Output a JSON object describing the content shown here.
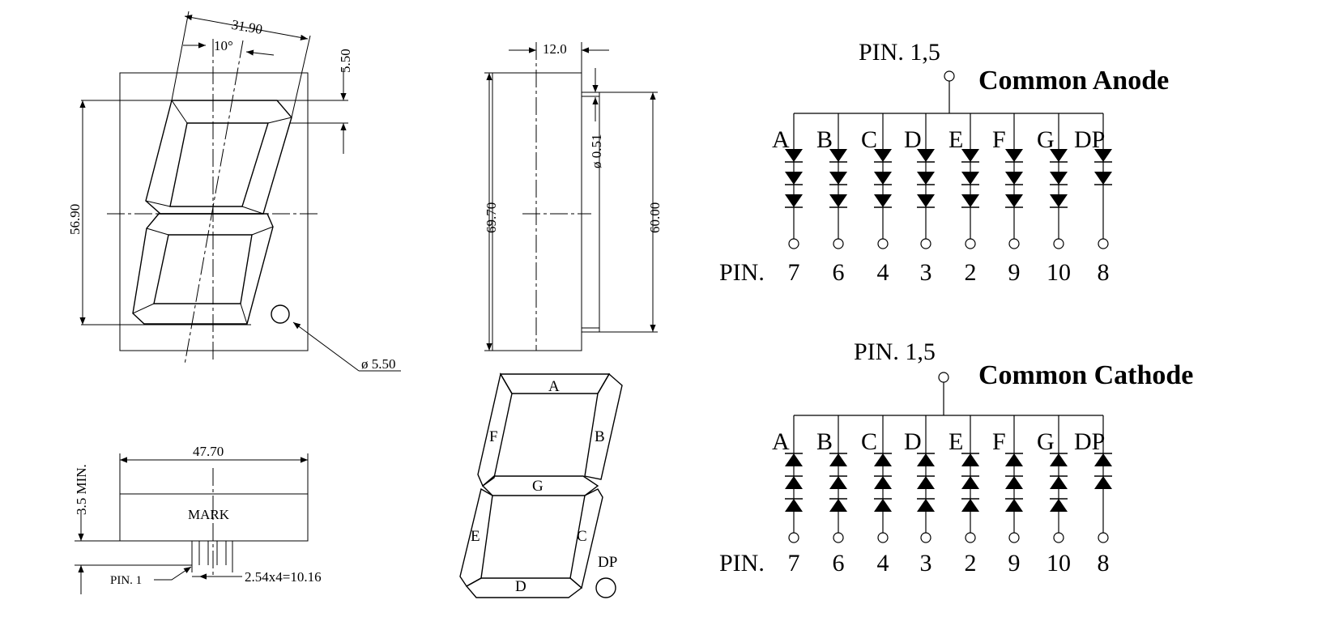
{
  "front_view": {
    "width_dim": "31.90",
    "slant_angle": "10°",
    "top_offset_dim": "5.50",
    "digit_height_dim": "56.90",
    "dp_diameter_dim": "ø 5.50"
  },
  "side_view": {
    "depth_dim": "12.0",
    "pin_diameter_dim": "ø 0.51",
    "body_height_dim": "69.70",
    "pin_span_dim": "60.00"
  },
  "bottom_view": {
    "width_dim": "47.70",
    "pin_length_dim": "3.5 MIN.",
    "mark_label": "MARK",
    "pin1_label": "PIN. 1",
    "pitch_dim": "2.54x4=10.16"
  },
  "segment_map": {
    "labels": {
      "a": "A",
      "b": "B",
      "c": "C",
      "d": "D",
      "e": "E",
      "f": "F",
      "g": "G",
      "dp": "DP"
    }
  },
  "common_anode": {
    "title": "Common Anode",
    "common_pin_label": "PIN. 1,5",
    "segments": [
      "A",
      "B",
      "C",
      "D",
      "E",
      "F",
      "G",
      "DP"
    ],
    "pins_label": "PIN.",
    "pins": [
      "7",
      "6",
      "4",
      "3",
      "2",
      "9",
      "10",
      "8"
    ]
  },
  "common_cathode": {
    "title": "Common Cathode",
    "common_pin_label": "PIN. 1,5",
    "segments": [
      "A",
      "B",
      "C",
      "D",
      "E",
      "F",
      "G",
      "DP"
    ],
    "pins_label": "PIN.",
    "pins": [
      "7",
      "6",
      "4",
      "3",
      "2",
      "9",
      "10",
      "8"
    ]
  }
}
